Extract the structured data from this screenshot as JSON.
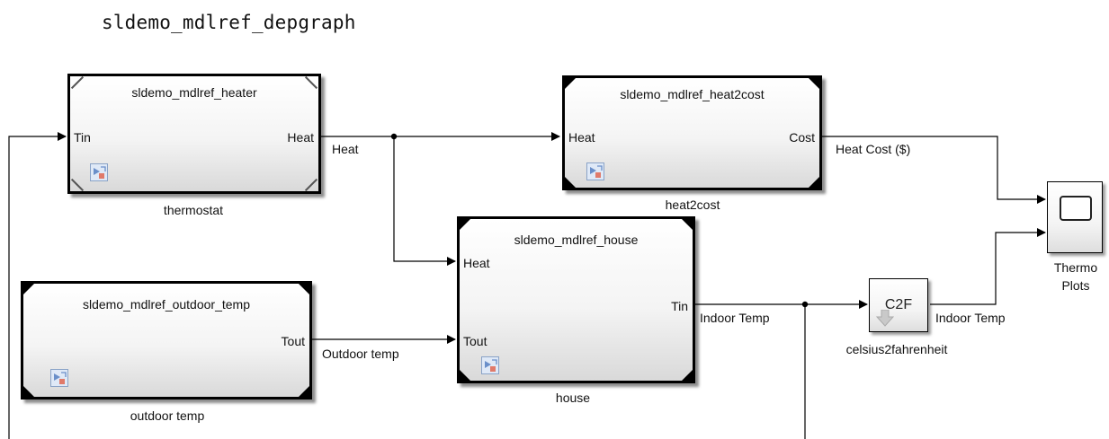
{
  "model": {
    "title": "sldemo_mdlref_depgraph"
  },
  "blocks": {
    "thermostat": {
      "ref_name": "sldemo_mdlref_heater",
      "in_port": "Tin",
      "out_port": "Heat",
      "caption": "thermostat"
    },
    "heat2cost": {
      "ref_name": "sldemo_mdlref_heat2cost",
      "in_port": "Heat",
      "out_port": "Cost",
      "caption": "heat2cost"
    },
    "house": {
      "ref_name": "sldemo_mdlref_house",
      "in_port_1": "Heat",
      "in_port_2": "Tout",
      "out_port": "Tin",
      "caption": "house"
    },
    "outdoor_temp": {
      "ref_name": "sldemo_mdlref_outdoor_temp",
      "out_port": "Tout",
      "caption": "outdoor temp"
    },
    "c2f": {
      "label": "C2F",
      "caption": "celsius2fahrenheit"
    },
    "scope": {
      "caption_line1": "Thermo",
      "caption_line2": "Plots"
    }
  },
  "signals": {
    "heat": "Heat",
    "heat_cost": "Heat Cost ($)",
    "outdoor_temp": "Outdoor temp",
    "indoor_temp_1": "Indoor Temp",
    "indoor_temp_2": "Indoor Temp"
  },
  "icons": {
    "model_reference": "model-reference-icon",
    "scope_screen": "scope-screen-icon",
    "c2f_arrow": "down-arrow-icon"
  },
  "colors": {
    "wire": "#000000",
    "block_border": "#000000",
    "icon_fill": "#dfe9f7",
    "icon_accent": "#d9534f"
  }
}
